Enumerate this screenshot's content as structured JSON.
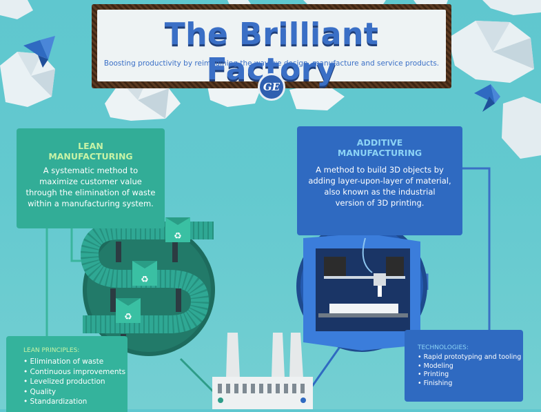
{
  "header": {
    "title": "The Brilliant Factory",
    "subtitle": "Boosting productivity by reimagining the way we design, manufacture and service products.",
    "logo_text": "GE"
  },
  "lean": {
    "title_line1": "LEAN",
    "title_line2": "MANUFACTURING",
    "desc_line1": "A systematic method to",
    "desc_line2": "maximize customer value",
    "desc_line3": "through the elimination of waste",
    "desc_line4": "within a manufacturing system."
  },
  "additive": {
    "title_line1": "ADDITIVE",
    "title_line2": "MANUFACTURING",
    "desc_line1": "A method to build 3D objects by",
    "desc_line2": "adding layer-upon-layer of material,",
    "desc_line3": "also known as the industrial",
    "desc_line4": "version of 3D printing."
  },
  "principles": {
    "title": "LEAN PRINCIPLES:",
    "items": [
      "• Elimination of waste",
      "• Continuous improvements",
      "• Levelized production",
      "• Quality",
      "• Standardization"
    ]
  },
  "technologies": {
    "title": "TECHNOLOGIES:",
    "items": [
      "• Rapid prototyping and tooling",
      "• Modeling",
      "• Printing",
      "• Finishing"
    ]
  },
  "colors": {
    "background": "#5fc7cf",
    "lean_card": "#32ad97",
    "lean_title": "#c8f3a6",
    "additive_card": "#2f6ac1",
    "additive_title": "#8cd3f5",
    "title_blue": "#3a6fc6",
    "sign_frame": "#5b3a22"
  },
  "icons": [
    "origami-bird-icon",
    "recycle-icon",
    "ge-logo-icon"
  ]
}
